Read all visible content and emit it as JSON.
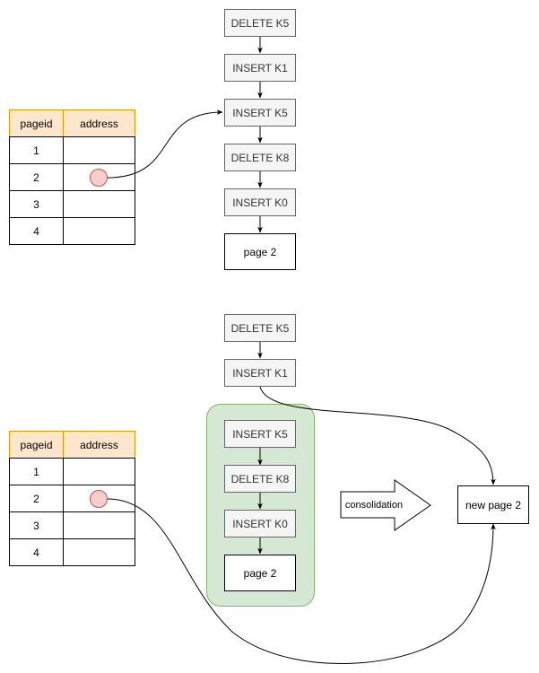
{
  "table_top": {
    "headers": {
      "pageid": "pageid",
      "address": "address"
    },
    "rows": [
      "1",
      "2",
      "3",
      "4"
    ]
  },
  "chain_top": {
    "items": [
      "DELETE K5",
      "INSERT K1",
      "INSERT K5",
      "DELETE K8",
      "INSERT K0"
    ],
    "base": "page 2"
  },
  "table_bottom": {
    "headers": {
      "pageid": "pageid",
      "address": "address"
    },
    "rows": [
      "1",
      "2",
      "3",
      "4"
    ]
  },
  "chain_bottom": {
    "items": [
      "DELETE K5",
      "INSERT K1"
    ],
    "group_items": [
      "INSERT K5",
      "DELETE K8",
      "INSERT K0"
    ],
    "base": "page 2"
  },
  "consolidation": {
    "label": "consolidation",
    "result": "new page 2"
  },
  "colors": {
    "header_fill": "#ffe6cc",
    "header_stroke": "#d79b00",
    "delta_fill": "#f5f5f5",
    "delta_stroke": "#666666",
    "group_fill": "#d5e8d4",
    "group_stroke": "#82b366",
    "pointer_fill": "#f8cecc",
    "pointer_stroke": "#b85450"
  }
}
